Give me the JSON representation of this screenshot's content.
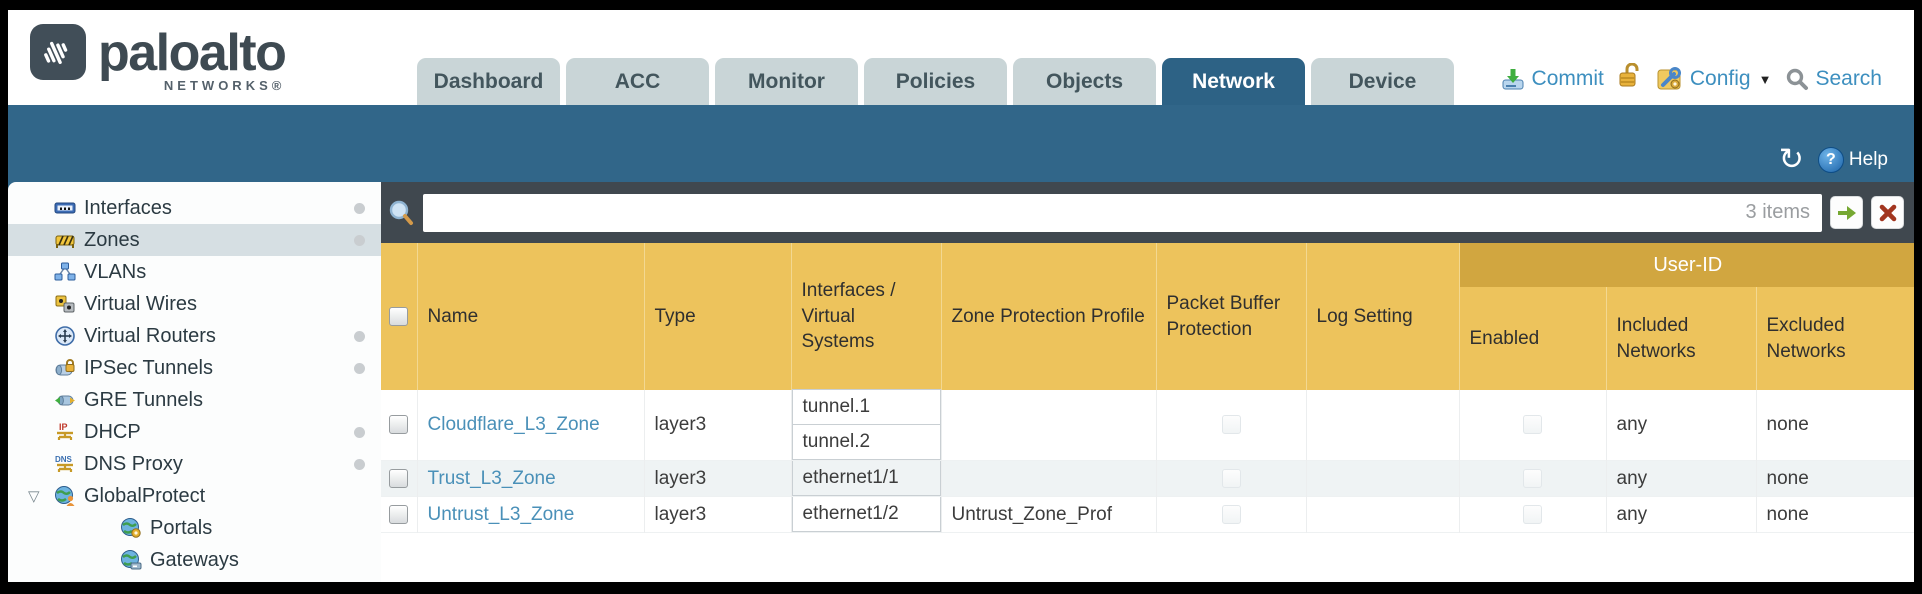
{
  "header": {
    "logo": {
      "brand": "paloalto",
      "sub": "NETWORKS®"
    },
    "tabs": [
      {
        "label": "Dashboard",
        "active": false
      },
      {
        "label": "ACC",
        "active": false
      },
      {
        "label": "Monitor",
        "active": false
      },
      {
        "label": "Policies",
        "active": false
      },
      {
        "label": "Objects",
        "active": false
      },
      {
        "label": "Network",
        "active": true
      },
      {
        "label": "Device",
        "active": false
      }
    ],
    "utilities": {
      "commit_label": "Commit",
      "config_label": "Config",
      "search_label": "Search"
    }
  },
  "toolbar": {
    "help_label": "Help"
  },
  "sidebar": {
    "items": [
      {
        "label": "Interfaces"
      },
      {
        "label": "Zones"
      },
      {
        "label": "VLANs"
      },
      {
        "label": "Virtual Wires"
      },
      {
        "label": "Virtual Routers"
      },
      {
        "label": "IPSec Tunnels"
      },
      {
        "label": "GRE Tunnels"
      },
      {
        "label": "DHCP"
      },
      {
        "label": "DNS Proxy"
      },
      {
        "label": "GlobalProtect"
      },
      {
        "label": "Portals"
      },
      {
        "label": "Gateways"
      }
    ]
  },
  "filter": {
    "count_label": "3 items",
    "query_value": ""
  },
  "table": {
    "group_header": "User-ID",
    "columns": [
      "",
      "Name",
      "Type",
      "Interfaces / Virtual Systems",
      "Zone Protection Profile",
      "Packet Buffer Protection",
      "Log Setting",
      "Enabled",
      "Included Networks",
      "Excluded Networks"
    ],
    "rows": [
      {
        "name": "Cloudflare_L3_Zone",
        "type": "layer3",
        "interfaces": [
          "tunnel.1",
          "tunnel.2"
        ],
        "zone_protection_profile": "",
        "log_setting": "",
        "included_networks": "any",
        "excluded_networks": "none"
      },
      {
        "name": "Trust_L3_Zone",
        "type": "layer3",
        "interfaces": [
          "ethernet1/1"
        ],
        "zone_protection_profile": "",
        "log_setting": "",
        "included_networks": "any",
        "excluded_networks": "none"
      },
      {
        "name": "Untrust_L3_Zone",
        "type": "layer3",
        "interfaces": [
          "ethernet1/2"
        ],
        "zone_protection_profile": "Untrust_Zone_Prof",
        "log_setting": "",
        "included_networks": "any",
        "excluded_networks": "none"
      }
    ]
  },
  "colors": {
    "teal_band": "#316689",
    "table_header": "#edc35c",
    "userid_band": "#d1a640",
    "filter_bar": "#40484f",
    "link_blue": "#3d8fbf",
    "tab_inactive": "#c9d5d7",
    "selected_row": "#d6dfe3"
  }
}
